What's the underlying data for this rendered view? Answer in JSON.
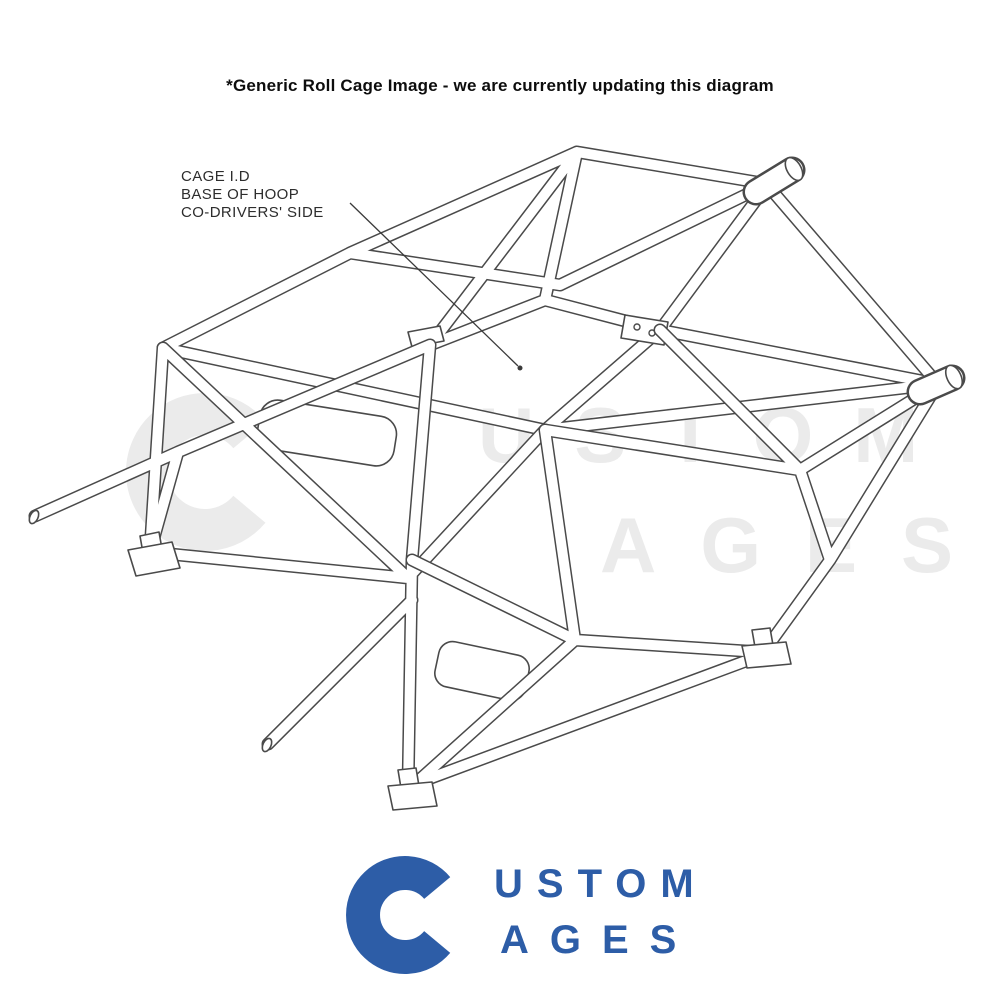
{
  "header": {
    "notice": "*Generic Roll Cage Image - we are currently updating this diagram"
  },
  "annotation": {
    "line1": "CAGE I.D",
    "line2": "BASE OF HOOP",
    "line3": "CO-DRIVERS' SIDE"
  },
  "watermark": {
    "line1": "USTOM",
    "line2": "AGES"
  },
  "logo": {
    "brand": "Custom Cages",
    "line1": "USTOM",
    "line2": "AGES"
  },
  "colors": {
    "logo_blue": "#2d5da7",
    "diagram_line": "#4a4a4a",
    "watermark_gray": "#ebebeb"
  }
}
